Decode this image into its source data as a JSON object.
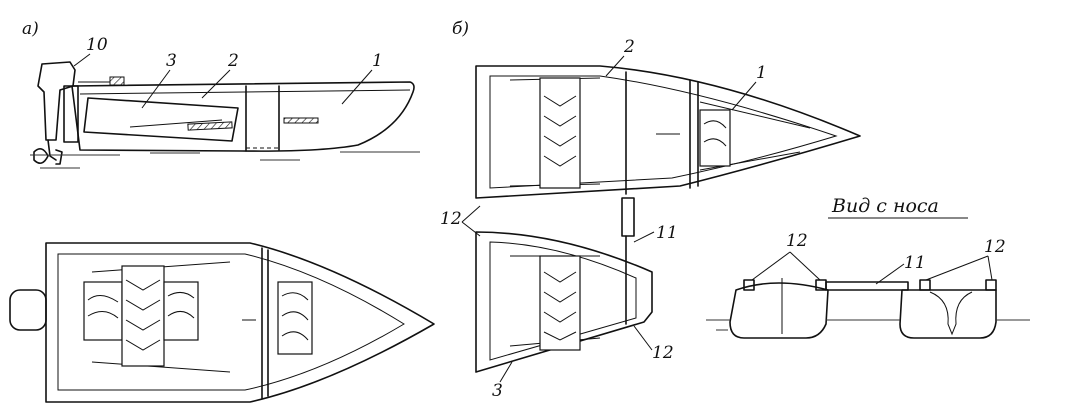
{
  "view_labels": {
    "a": "а)",
    "b": "б)"
  },
  "front_view_title": "Вид с носа",
  "callouts": {
    "n1_top": "1",
    "n2_top": "2",
    "n3_top": "3",
    "n10": "10",
    "n1_b": "1",
    "n2_b": "2",
    "n12_left": "12",
    "n11_b": "11",
    "n12_bottom": "12",
    "n3_bottom": "3",
    "n12_front_left": "12",
    "n11_front": "11",
    "n12_front_right": "12"
  }
}
